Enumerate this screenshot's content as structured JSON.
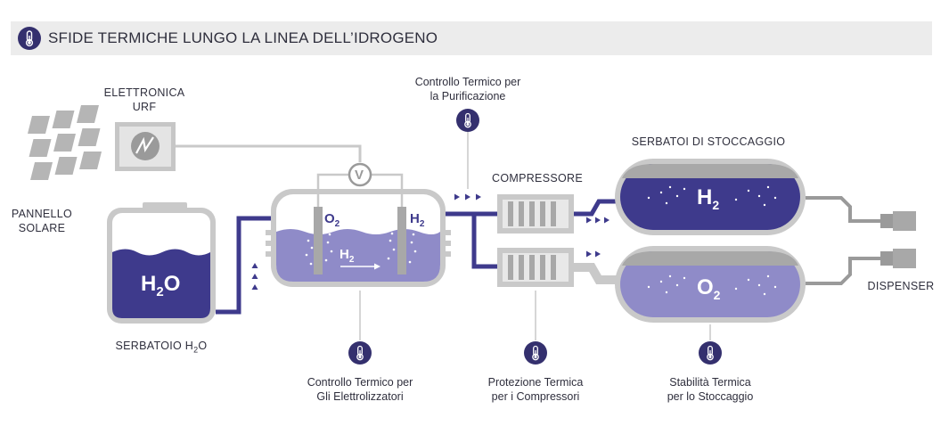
{
  "header": {
    "title": "SFIDE TERMICHE LUNGO LA LINEA DELL’IDROGENO",
    "icon": "thermometer-icon"
  },
  "labels": {
    "electronics": [
      "ELETTRONICA",
      "URF"
    ],
    "solar_panel": [
      "PANNELLO",
      "SOLARE"
    ],
    "water_tank": {
      "prefix": "SERBATOIO H",
      "sub": "2",
      "suffix": "O"
    },
    "purification": [
      "Controllo Termico per",
      "la Purificazione"
    ],
    "storage_tanks": "SERBATOI DI STOCCAGGIO",
    "compressor": "COMPRESSORE",
    "dispenser": "DISPENSER",
    "electrolyzer_control": [
      "Controllo Termico per",
      "Gli Elettrolizzatori"
    ],
    "compressor_protection": [
      "Protezione Termica",
      "per i Compressori"
    ],
    "storage_stability": [
      "Stabilità Termica",
      "per lo Stoccaggio"
    ]
  },
  "diagram_text": {
    "water": {
      "main": "H",
      "sub": "2",
      "end": "O"
    },
    "voltmeter": "V",
    "electrolyzer_o2": {
      "main": "O",
      "sub": "2"
    },
    "electrolyzer_h2": {
      "main": "H",
      "sub": "2"
    },
    "flow_h2": {
      "main": "H",
      "sub": "2"
    },
    "tank_h2": {
      "main": "H",
      "sub": "2"
    },
    "tank_o2": {
      "main": "O",
      "sub": "2"
    }
  },
  "colors": {
    "primary": "#3e3a8c",
    "light_purple": "#8f8bc8",
    "gray_frame": "#c9c9c9",
    "pipe_gray": "#9a9a9a",
    "header_bg": "#ececec"
  }
}
